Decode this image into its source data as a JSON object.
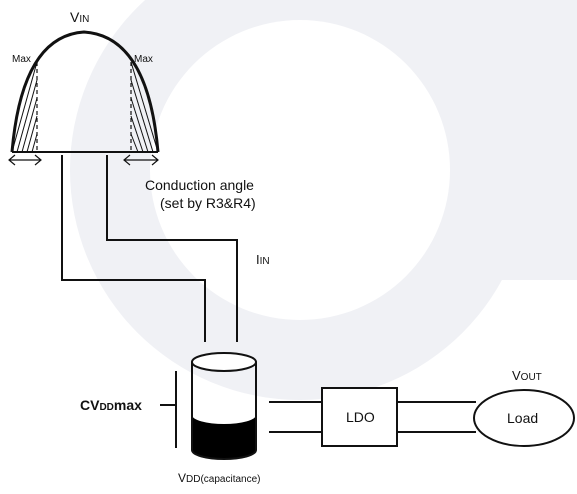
{
  "colors": {
    "background": "#ffffff",
    "watermark": "#f0f1f5",
    "line": "#111111",
    "fill_dark": "#000000"
  },
  "labels": {
    "vin_main": "V",
    "vin_sub": "IN",
    "max_left": "Max",
    "max_right": "Max",
    "conduction_line1": "Conduction angle",
    "conduction_line2": "(set by R3&R4)",
    "iin_main": "I",
    "iin_sub": "IN",
    "cvdd_main": "CV",
    "cvdd_sub": "DD",
    "cvdd_tail": "max",
    "ldo": "LDO",
    "vout_main": "V",
    "vout_sub": "OUT",
    "load": "Load",
    "vdd_main": "V",
    "vdd_sub": "DD(capacitance)"
  }
}
